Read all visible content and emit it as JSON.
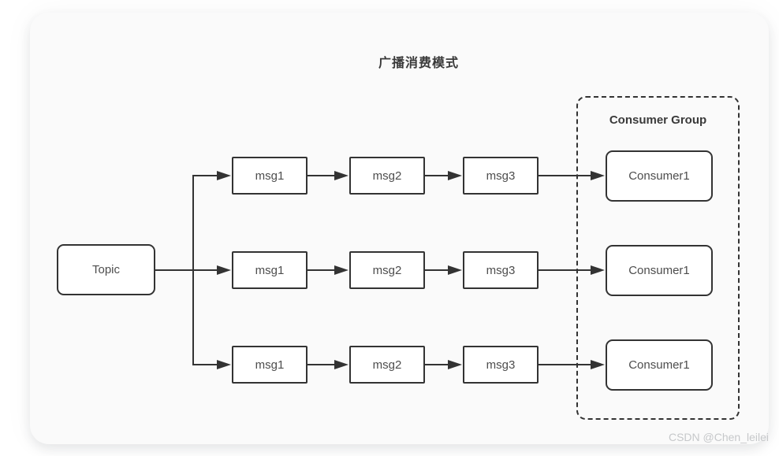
{
  "title": "广播消费模式",
  "diagram": {
    "topic": {
      "label": "Topic"
    },
    "consumer_group": {
      "label": "Consumer Group"
    },
    "rows": [
      {
        "msgs": [
          "msg1",
          "msg2",
          "msg3"
        ],
        "consumer": "Consumer1"
      },
      {
        "msgs": [
          "msg1",
          "msg2",
          "msg3"
        ],
        "consumer": "Consumer1"
      },
      {
        "msgs": [
          "msg1",
          "msg2",
          "msg3"
        ],
        "consumer": "Consumer1"
      }
    ]
  },
  "watermark": "CSDN @Chen_leilei",
  "colors": {
    "line": "#333333",
    "node_text": "#4d4d4d",
    "title_text": "#3a3a3a",
    "node_bg": "#ffffff",
    "card_bg": "#fafafa",
    "watermark_text": "#c6c8ca"
  }
}
